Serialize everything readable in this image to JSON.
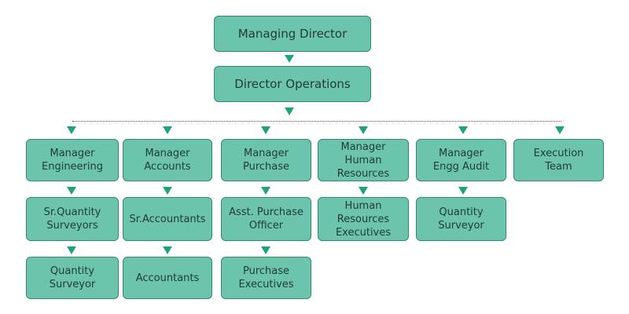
{
  "org_chart": {
    "managing_director": "Managing Director",
    "director_operations": "Director Operations",
    "columns": [
      {
        "manager": "Manager\nEngineering",
        "level2": "Sr.Quantity\nSurveyors",
        "level3": "Quantity\nSurveyor"
      },
      {
        "manager": "Manager\nAccounts",
        "level2": "Sr.Accountants",
        "level3": "Accountants"
      },
      {
        "manager": "Manager\nPurchase",
        "level2": "Asst. Purchase\nOfficer",
        "level3": "Purchase\nExecutives"
      },
      {
        "manager": "Manager\nHuman\nResources",
        "level2": "Human\nResources\nExecutives"
      },
      {
        "manager": "Manager\nEngg Audit",
        "level2": "Quantity\nSurveyor"
      },
      {
        "manager": "Execution\nTeam"
      }
    ]
  },
  "colors": {
    "box_fill": "#6cc4ad",
    "box_border": "#2f8a73",
    "arrow": "#1fa37f",
    "text": "#1f3b34"
  }
}
